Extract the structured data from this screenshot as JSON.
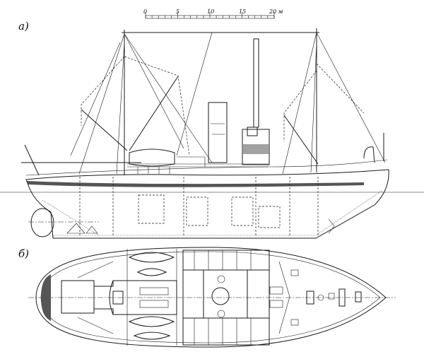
{
  "figure": {
    "label_a": "а)",
    "label_b": "б)",
    "scale_bar": {
      "ticks": [
        "0",
        "5",
        "10",
        "15",
        "20 м"
      ],
      "unit": "м",
      "max_value": 20
    },
    "views": [
      "side-elevation",
      "deck-plan"
    ]
  }
}
